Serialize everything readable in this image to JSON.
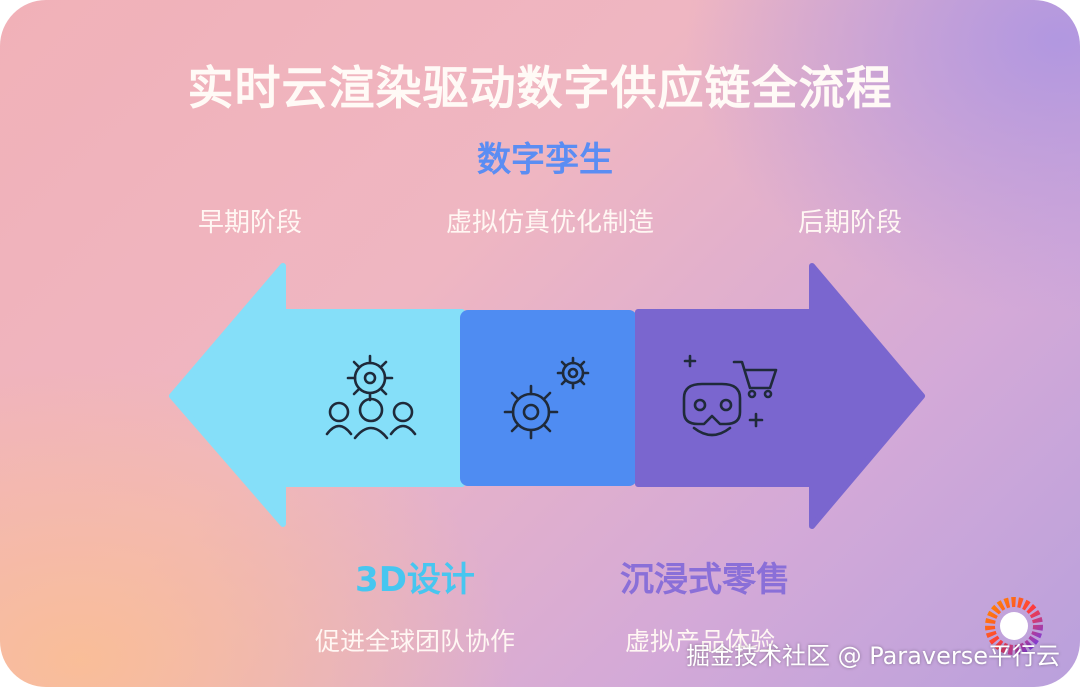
{
  "title": "实时云渲染驱动数字供应链全流程",
  "digital_twin": "数字孪生",
  "stages": {
    "early": "早期阶段",
    "middle": "虚拟仿真优化制造",
    "late": "后期阶段"
  },
  "segments": {
    "design": {
      "title": "3D设计",
      "subtitle": "促进全球团队协作",
      "icon": "team-gear-icon"
    },
    "manufacturing": {
      "icon": "gears-icon"
    },
    "retail": {
      "title": "沉浸式零售",
      "subtitle": "虚拟产品体验",
      "icon": "vr-cart-icon"
    }
  },
  "watermark": "掘金技术社区 @ Paraverse平行云",
  "colors": {
    "left_arrow": "#85dff9",
    "middle_block": "#4f8cf2",
    "right_arrow": "#7a66cf",
    "design_text": "#47c6f0",
    "retail_text": "#8a6fd8",
    "twin_text": "#5b8df3"
  }
}
